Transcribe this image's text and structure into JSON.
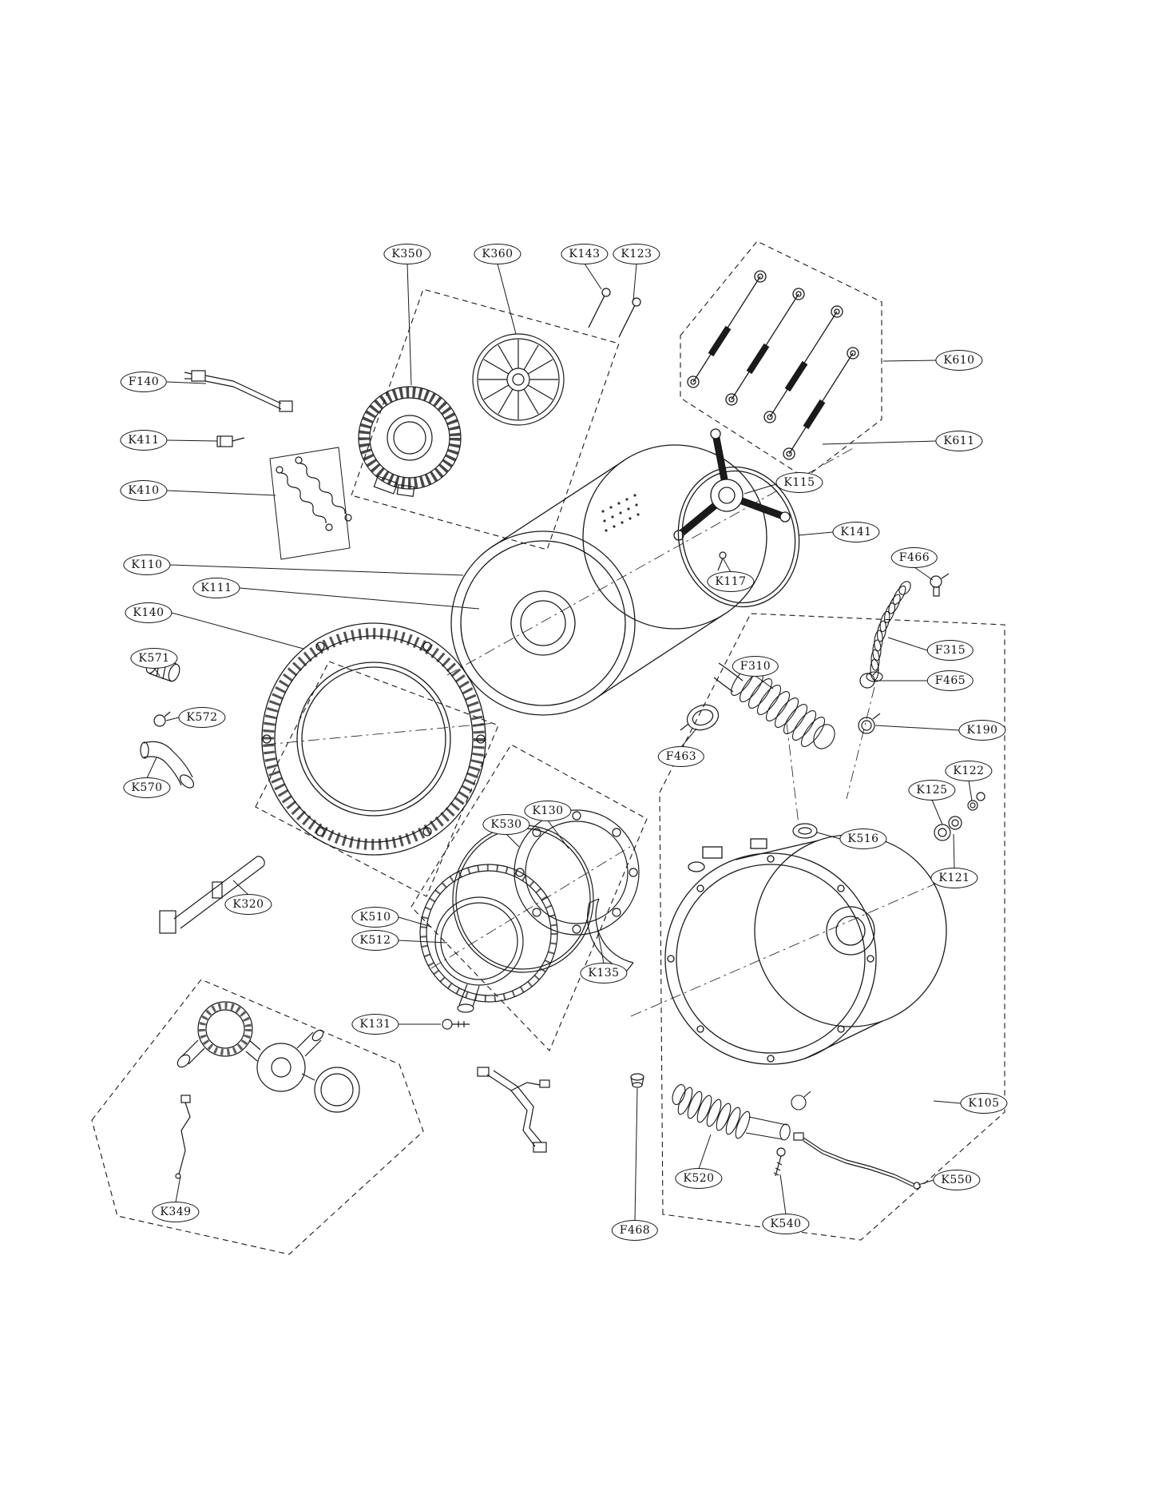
{
  "canvas": {
    "background": "#ffffff",
    "line_color": "#1a1a1a"
  },
  "diagram": {
    "callouts": [
      {
        "label": "K350"
      },
      {
        "label": "K360"
      },
      {
        "label": "K143"
      },
      {
        "label": "K123"
      },
      {
        "label": "K610"
      },
      {
        "label": "K611"
      },
      {
        "label": "F140"
      },
      {
        "label": "K411"
      },
      {
        "label": "K410"
      },
      {
        "label": "K115"
      },
      {
        "label": "K141"
      },
      {
        "label": "F466"
      },
      {
        "label": "K110"
      },
      {
        "label": "K111"
      },
      {
        "label": "K117"
      },
      {
        "label": "K140"
      },
      {
        "label": "F315"
      },
      {
        "label": "F310"
      },
      {
        "label": "F465"
      },
      {
        "label": "K571"
      },
      {
        "label": "K572"
      },
      {
        "label": "K190"
      },
      {
        "label": "F463"
      },
      {
        "label": "K122"
      },
      {
        "label": "K570"
      },
      {
        "label": "K125"
      },
      {
        "label": "K516"
      },
      {
        "label": "K121"
      },
      {
        "label": "K130"
      },
      {
        "label": "K530"
      },
      {
        "label": "K320"
      },
      {
        "label": "K510"
      },
      {
        "label": "K512"
      },
      {
        "label": "K135"
      },
      {
        "label": "K131"
      },
      {
        "label": "K105"
      },
      {
        "label": "K550"
      },
      {
        "label": "K520"
      },
      {
        "label": "K540"
      },
      {
        "label": "F468"
      },
      {
        "label": "K349"
      }
    ]
  }
}
